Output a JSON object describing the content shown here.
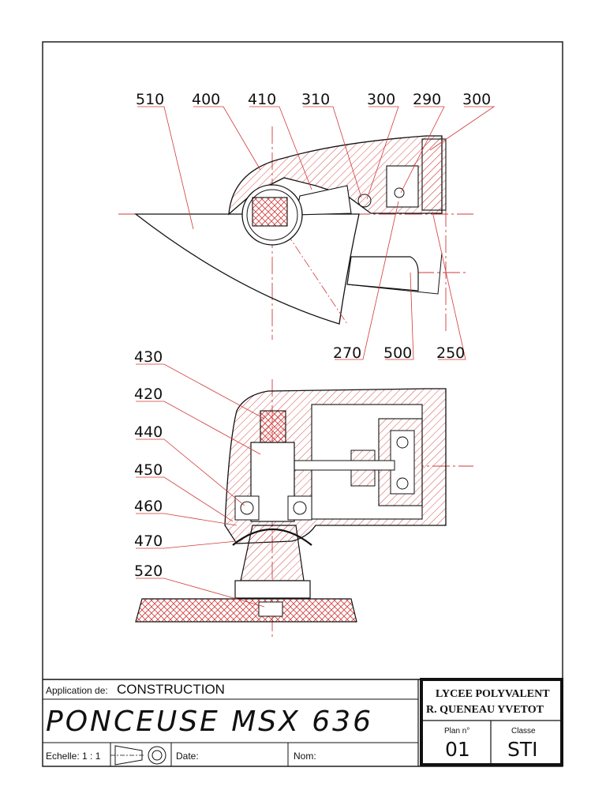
{
  "colors": {
    "section_red": "#d23a3a",
    "center_line": "#d23a3a",
    "outline": "#111111",
    "hatch": "#e58a8a"
  },
  "view_top": {
    "callouts_top": [
      "510",
      "400",
      "410",
      "310",
      "300",
      "290",
      "300"
    ],
    "callouts_bottom": [
      "270",
      "500",
      "250"
    ]
  },
  "view_bottom": {
    "callouts_left": [
      "430",
      "420",
      "440",
      "450",
      "460",
      "470",
      "520"
    ]
  },
  "title_block": {
    "application_label": "Application de:",
    "application_value": "CONSTRUCTION",
    "title": "PONCEUSE MSX 636",
    "school_line1": "LYCEE POLYVALENT",
    "school_line2": "R. QUENEAU  YVETOT",
    "plan_label": "Plan n°",
    "plan_value": "01",
    "classe_label": "Classe",
    "classe_value": "STI",
    "scale_label": "Echelle: 1 : 1",
    "date_label": "Date:",
    "name_label": "Nom:"
  }
}
